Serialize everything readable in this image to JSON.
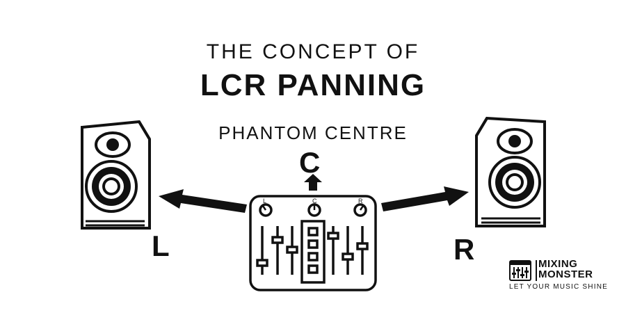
{
  "title": {
    "line1": "THE CONCEPT OF",
    "line2": "LCR PANNING",
    "line3": "PHANTOM CENTRE"
  },
  "labels": {
    "left": "L",
    "center": "C",
    "right": "R"
  },
  "mixer_knobs": {
    "left": "L",
    "center": "C",
    "right": "R"
  },
  "logo": {
    "line1": "MIXING",
    "line2": "MONSTER",
    "tagline": "LET YOUR MUSIC SHINE"
  },
  "colors": {
    "ink": "#111111",
    "background": "#ffffff"
  }
}
